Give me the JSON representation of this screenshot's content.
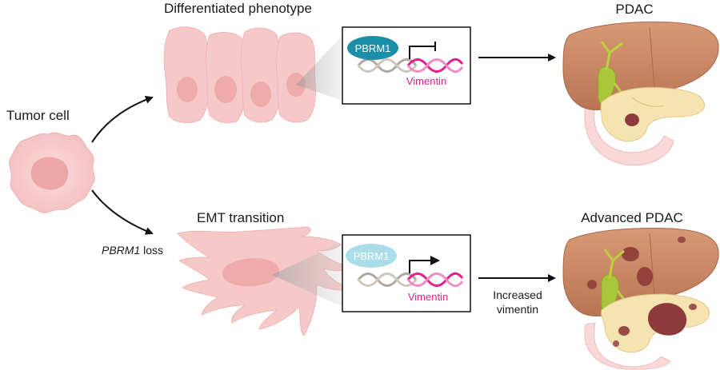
{
  "labels": {
    "tumor_cell": "Tumor cell",
    "differentiated": "Differentiated phenotype",
    "emt": "EMT transition",
    "pbrm1_loss_gene": "PBRM1",
    "pbrm1_loss_suffix": " loss",
    "pdac": "PDAC",
    "advanced_pdac": "Advanced PDAC",
    "increased_line1": "Increased",
    "increased_line2": "vimentin"
  },
  "box_top": {
    "protein": "PBRM1",
    "gene": "Vimentin",
    "promoter": "repressed"
  },
  "box_bottom": {
    "protein": "PBRM1",
    "gene": "Vimentin",
    "promoter": "active"
  },
  "colors": {
    "cell_fill": "#f6c9c9",
    "cell_nucleus": "#efaaaa",
    "pbrm1_dark": "#1c8fa8",
    "pbrm1_light": "#a9dde9",
    "vimentin": "#e0218a",
    "dna_grey": "#b3a89d",
    "liver": "#c98966",
    "pancreas": "#f6e4b0",
    "gallbladder": "#a9c63a",
    "tumor": "#8e3a3a"
  }
}
